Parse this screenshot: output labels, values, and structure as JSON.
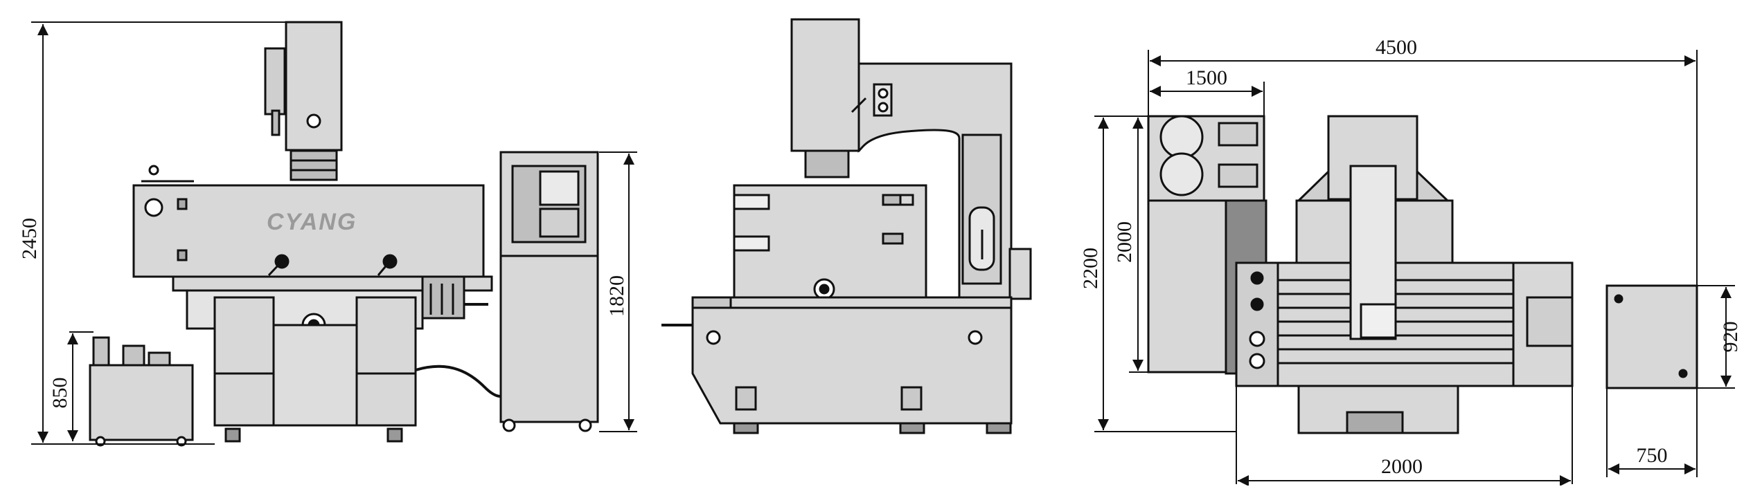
{
  "brand": {
    "logo_text": "CYANG"
  },
  "dimensions": {
    "front_height": "2450",
    "tank_height": "850",
    "cabinet_height": "1820",
    "plan_width": "4500",
    "control_width": "1500",
    "plan_depth": "2200",
    "control_depth": "2000",
    "machine_width": "2000",
    "cabinet_width": "750",
    "cabinet_depth": "920"
  },
  "colors": {
    "body": "#d6d6d6",
    "line": "#111111",
    "dark": "#555555"
  }
}
